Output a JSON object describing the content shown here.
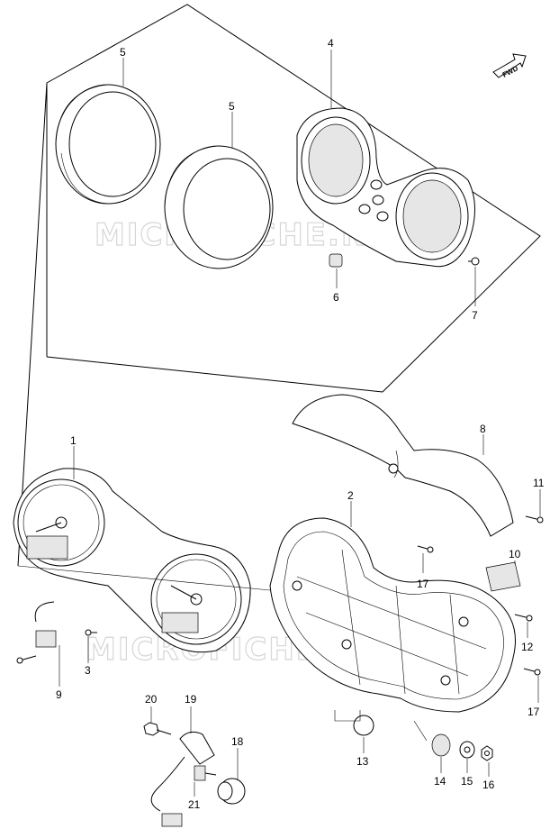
{
  "watermark": "MICROFICHE.NET",
  "fwd_label": "FWD",
  "callouts": {
    "p1": "1",
    "p2": "2",
    "p3": "3",
    "p4": "4",
    "p5a": "5",
    "p5b": "5",
    "p6": "6",
    "p7": "7",
    "p8": "8",
    "p9": "9",
    "p10": "10",
    "p11": "11",
    "p12": "12",
    "p13": "13",
    "p14": "14",
    "p15": "15",
    "p16": "16",
    "p17a": "17",
    "p17b": "17",
    "p18": "18",
    "p19": "19",
    "p20": "20",
    "p21": "21"
  },
  "icons": {
    "forward_arrow": "fwd-arrow-icon"
  }
}
